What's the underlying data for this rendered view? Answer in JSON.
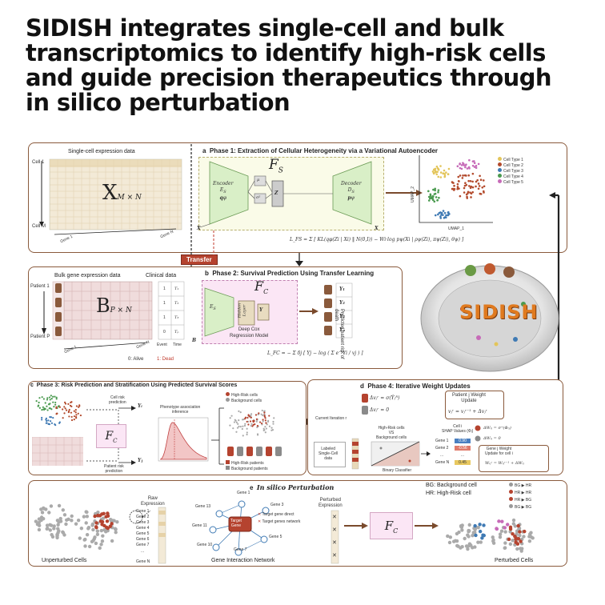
{
  "headline": {
    "line1": "SIDISH integrates single-cell and bulk",
    "line2": "transcriptomics to identify high-risk cells",
    "line3": "and guide precision therapeutics through",
    "line4": "in silico perturbation"
  },
  "phase1": {
    "letter": "a",
    "title": "Phase 1: Extraction of Cellular Heterogeneity via a Variational Autoencoder",
    "sc_title": "Single-cell expression data",
    "cell1": "Cell 1",
    "cellM": "Cell M",
    "gene1": "Gene 1",
    "geneN": "Gene N",
    "matrix": "X",
    "matrix_sub": "M × N",
    "fs": "F",
    "fs_sub": "S",
    "encoder": "Encoder",
    "encoder_sub": "E",
    "encoder_sub2": "S",
    "encoder_q": "q",
    "decoder": "Decoder",
    "decoder_sub": "D",
    "decoder_sub2": "S",
    "decoder_p": "p",
    "mu": "μ",
    "sigma": "σ²",
    "z": "Z",
    "xi_in": "X",
    "xi_out": "X",
    "loss": "L_FS = Σ [ KL(qφ(Zi | Xi) ‖ N(0,I)) − Wi·log pψ(Xi | ρψ(Zi), πψ(Zi), θψ) ]",
    "loss_sum": "M",
    "loss_sum_low": "i=1",
    "umap_x": "UMAP_1",
    "umap_y": "UMAP_2",
    "legend": [
      "Cell Type 1",
      "Cell Type 2",
      "Cell Type 3",
      "Cell Type 4",
      "Cell Type 5"
    ],
    "legend_colors": [
      "#e3c55a",
      "#b34a2c",
      "#3f7ab4",
      "#4a9a4f",
      "#c76bb8"
    ],
    "transfer": "Transfer"
  },
  "phase2": {
    "letter": "b",
    "title": "Phase 2: Survival Prediction Using Transfer Learning",
    "bulk_title": "Bulk gene expression data",
    "clinical": "Clinical data",
    "patient1": "Patient 1",
    "patientP": "Patient P",
    "gene1": "Gene 1",
    "geneN": "Gene N",
    "matrix": "B",
    "matrix_sub": "P × N",
    "event": "Event",
    "time": "Time",
    "event_vals": [
      "1",
      "1",
      "1",
      "0"
    ],
    "time_vals": [
      "T₁",
      "T₂",
      "T₃",
      "Tₚ"
    ],
    "alive": "0: Alive",
    "dead": "1: Dead",
    "fc": "F",
    "fc_sub": "C",
    "es": "E",
    "es_sub": "S",
    "hidden": "Hidden",
    "layer": "Layer",
    "y": "Y",
    "model": "Deep Cox",
    "model2": "Regression Model",
    "bj": "B",
    "risk_label": "Predicted patient risk of death",
    "y_labels": [
      "Y₁",
      "Y₂",
      "Y₃",
      "Yₚ"
    ],
    "loss": "L_FC = − Σ δj [ Yj − log ( Σ e^Yi / vj ) ]",
    "loss_sum": "P",
    "loss_sum_low": "j=1",
    "loss_inner_low": "i∈R(Tj)"
  },
  "phase3": {
    "letter": "c",
    "title": "Phase 3: Risk Prediction and Stratification Using Predicted Survival Scores",
    "cell_risk": "Cell risk",
    "cell_risk2": "prediction",
    "patient_risk": "Patient risk",
    "patient_risk2": "prediction",
    "phenotype": "Phenotype association",
    "phenotype2": "inference",
    "fc": "F",
    "fc_sub": "C",
    "yi": "Yᵢ",
    "yj": "Yⱼ",
    "legend_cells": [
      "High-Risk cells",
      "Background cells"
    ],
    "legend_patients": [
      "High-Risk patients",
      "Background patients"
    ]
  },
  "phase4": {
    "letter": "d",
    "title": "Phase 4: Iterative Weight Updates",
    "eq1": "Δvⱼʳ = σ(Ŷⱼᴿ)",
    "eq2": "Δvⱼʳ = 0",
    "patient_update": "Patient j Weight",
    "patient_update2": "Update",
    "patient_eq": "vⱼʳ = vⱼʳ⁻¹ + Δvⱼʳ",
    "current_iter": "Current Iteration r",
    "hr_vs": "High-Risk cells",
    "vs": "VS",
    "bg": "Background cells",
    "binary": "Binary Classifier",
    "labeled": "Labeled",
    "labeled2": "Single-Cell",
    "labeled3": "data",
    "shap_title": "Cell i",
    "shap_title2": "SHAP Values (Φᵢ)",
    "genes": [
      "Gene 1",
      "Gene 2",
      "...",
      "Gene N"
    ],
    "shap_vals": [
      "0.90",
      "-0.56",
      "...",
      "0.45"
    ],
    "shap_colors": [
      "#4a7fc0",
      "#e07a6a",
      "#ffffff",
      "#e8c860"
    ],
    "weq1": "ΔWᵢⱼ = σ⁺(Φᵢⱼ)",
    "weq2": "ΔWᵢⱼ = 0",
    "gene_update": "Gene j Weight",
    "gene_update2": "Update for cell i",
    "gene_eq": "Wᵢⱼʳ = Wᵢⱼʳ⁻¹ + ΔWᵢⱼ"
  },
  "phase5": {
    "letter": "e",
    "title": "In silico Perturbation",
    "bg_note": "BG: Background cell",
    "hr_note": "HR: High-Risk cell",
    "raw": "Raw",
    "raw2": "Expression",
    "genes": [
      "Gene 1",
      "Gene 2",
      "Gene 3",
      "Gene 4",
      "Gene 5",
      "Gene 6",
      "Gene 7",
      "...",
      "Gene N"
    ],
    "net_genes": [
      "Gene 1",
      "Gene 13",
      "Gene 3",
      "Gene 11",
      "Gene 10",
      "Gene 7",
      "Gene 5"
    ],
    "target": "Target",
    "target2": "Gene",
    "direct": "Target gene direct",
    "network": "Target genes network",
    "perturbed": "Perturbed",
    "perturbed2": "Expression",
    "fc": "F",
    "fc_sub": "C",
    "unperturbed": "Unperturbed Cells",
    "gin": "Gene Interaction Network",
    "perturbed_cells": "Perturbed Cells",
    "transitions": [
      {
        "from": "BG",
        "to": "HR",
        "color": "#999999"
      },
      {
        "from": "HR",
        "to": "HR",
        "color": "#b5432f"
      },
      {
        "from": "HR",
        "to": "BG",
        "color": "#b5432f"
      },
      {
        "from": "BG",
        "to": "BG",
        "color": "#999999"
      }
    ]
  },
  "logo": {
    "text": "SIDISH"
  }
}
